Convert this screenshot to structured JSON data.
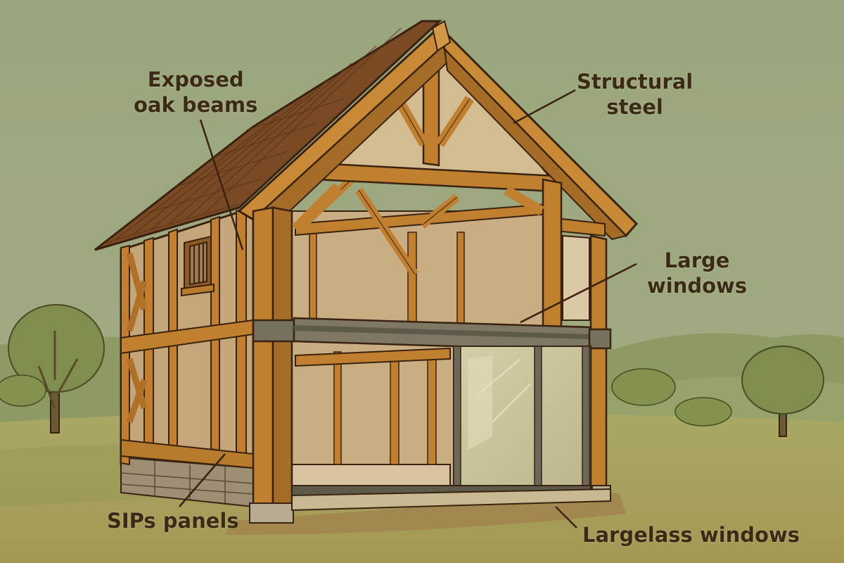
{
  "diagram": {
    "subject": "Timber-frame house cutaway",
    "labels": [
      {
        "id": "exposed-oak-beams",
        "lines": [
          "Exposed",
          "oak beams"
        ]
      },
      {
        "id": "structural-steel",
        "lines": [
          "Structural",
          "steel"
        ]
      },
      {
        "id": "large-windows",
        "lines": [
          "Large",
          "windows"
        ]
      },
      {
        "id": "sips-panels",
        "lines": [
          "SIPs panels"
        ]
      },
      {
        "id": "largelass-windows",
        "lines": [
          "Largelass windows"
        ]
      }
    ]
  },
  "colors": {
    "sky": "#9eaa80",
    "ground": "#a39a5a",
    "oak": "#c0802f",
    "oak_dark": "#8c5a22",
    "roof": "#7a4a24",
    "panel": "#c9ad83",
    "steel": "#76705e",
    "glass": "#c9c4a0",
    "stone": "#9d8e74",
    "text": "#3a2a16",
    "outline": "#3a2210"
  }
}
